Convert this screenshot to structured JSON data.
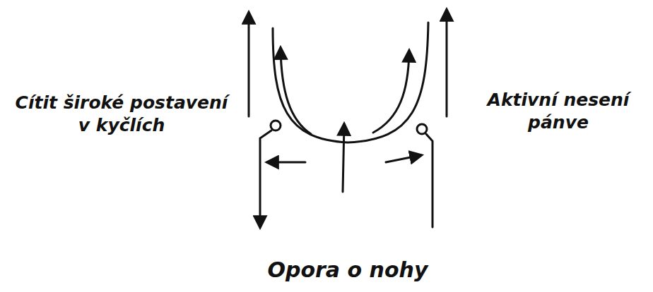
{
  "diagram": {
    "labels": [
      "Cítit široké postavení v kyčlích",
      "Aktivní nesení pánve",
      "Opora o nohy"
    ]
  }
}
